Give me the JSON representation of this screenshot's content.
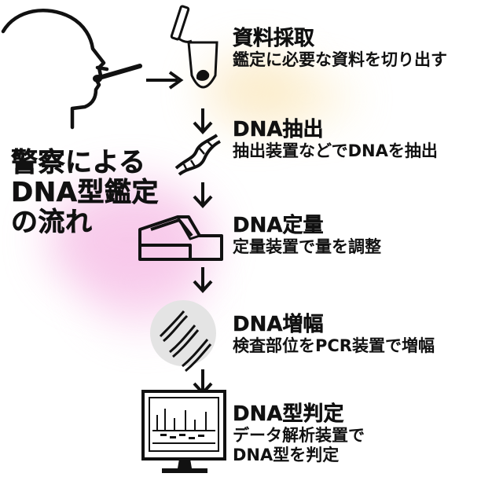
{
  "title_lines": [
    "警察による",
    "DNA型鑑定",
    "の流れ"
  ],
  "steps": [
    {
      "name": "資料採取",
      "desc": [
        "鑑定に必要な資料を切り出す"
      ]
    },
    {
      "name": "DNA抽出",
      "desc": [
        "抽出装置などでDNAを抽出"
      ]
    },
    {
      "name": "DNA定量",
      "desc": [
        "定量装置で量を調整"
      ]
    },
    {
      "name": "DNA増幅",
      "desc": [
        "検査部位をPCR装置で増幅"
      ]
    },
    {
      "name": "DNA型判定",
      "desc": [
        "データ解析装置で",
        "DNA型を判定"
      ]
    }
  ],
  "colors": {
    "ink": "#111111",
    "circle": "#e4e4e4",
    "pink": "#f2a4dc",
    "peach": "#f8dca0"
  }
}
